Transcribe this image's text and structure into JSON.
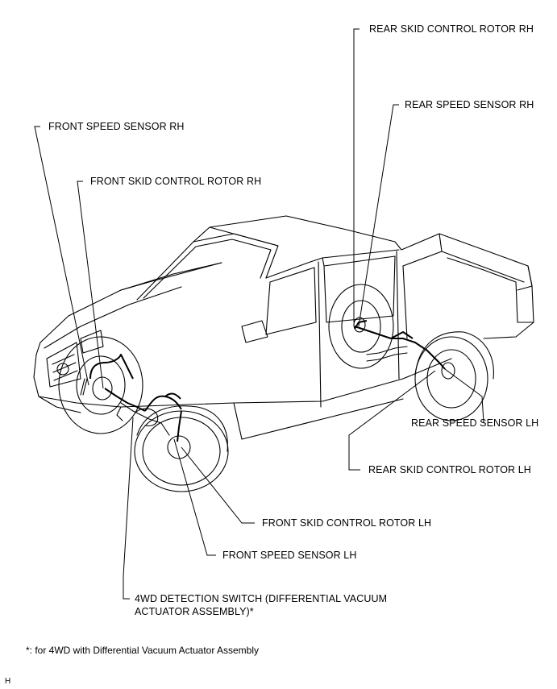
{
  "labels": {
    "rear_skid_rotor_rh": "REAR SKID CONTROL ROTOR RH",
    "rear_speed_sensor_rh": "REAR SPEED SENSOR RH",
    "front_speed_sensor_rh": "FRONT SPEED SENSOR RH",
    "front_skid_rotor_rh": "FRONT SKID CONTROL ROTOR RH",
    "rear_speed_sensor_lh": "REAR SPEED SENSOR LH",
    "rear_skid_rotor_lh": "REAR SKID CONTROL ROTOR LH",
    "front_skid_rotor_lh": "FRONT SKID CONTROL ROTOR LH",
    "front_speed_sensor_lh": "FRONT SPEED SENSOR LH",
    "detection_switch": "4WD DETECTION SWITCH (DIFFERENTIAL VACUUM ACTUATOR ASSEMBLY)*"
  },
  "footnote": "*: for 4WD with Differential Vacuum Actuator Assembly",
  "figure_code": "H"
}
